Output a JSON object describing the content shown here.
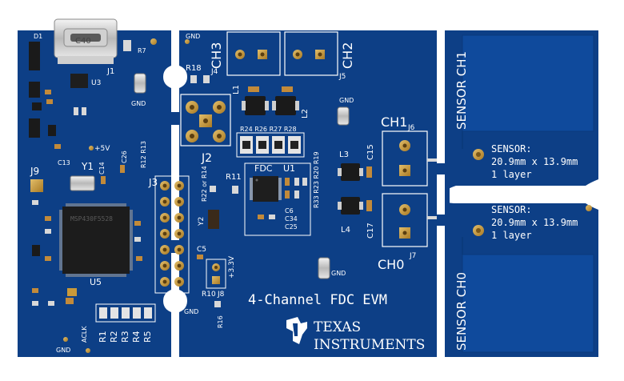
{
  "board": {
    "colors": {
      "pcb": "#0d3f86",
      "pcb_dark": "#0a3370",
      "sensor_pad": "#0f4a9c",
      "gold": "#c9993a",
      "silk": "#ffffff",
      "ic": "#1c1c1c"
    },
    "title": "4-Channel FDC EVM",
    "logo_line1": "TEXAS",
    "logo_line2": "INSTRUMENTS",
    "sensor_upper": {
      "name": "SENSOR CH1",
      "label1": "SENSOR:",
      "label2": "20.9mm x 13.9mm",
      "label3": "1 layer"
    },
    "sensor_lower": {
      "name": "SENSOR CH0",
      "label1": "SENSOR:",
      "label2": "20.9mm x 13.9mm",
      "label3": "1 layer"
    },
    "labels": {
      "ch3": "CH3",
      "ch2": "CH2",
      "ch1": "CH1",
      "ch0": "CH0",
      "j1": "J1",
      "j2": "J2",
      "j3": "J3",
      "j4": "J4",
      "j5": "J5",
      "j6": "J6",
      "j7": "J7",
      "j8": "J8",
      "j9": "J9",
      "u1": "U1",
      "u3": "U3",
      "u5": "U5",
      "y1": "Y1",
      "y2": "Y2",
      "fdc": "FDC",
      "l1": "L1",
      "l2": "L2",
      "l3": "L3",
      "l4": "L4",
      "c15": "C15",
      "c17": "C17",
      "c14": "C14",
      "c13": "C13",
      "c26": "C26",
      "r18": "R18",
      "r11": "R11",
      "r7": "R7",
      "d1": "D1",
      "r16": "R16",
      "r10": "R10",
      "gnd": "GND",
      "plus5v": "+5V",
      "plus3v3": "+3.3V",
      "aclk": "ACLK",
      "r_row": "R24 R26 R27 R28",
      "r_col": [
        "R1",
        "R2",
        "R3",
        "R4",
        "R5"
      ],
      "c_stack": [
        "C6",
        "C34",
        "C25"
      ],
      "r_vert": "R33 R23 R20 R19",
      "u5_mark": "MSP430F5528",
      "usb_mark": "C40"
    }
  }
}
